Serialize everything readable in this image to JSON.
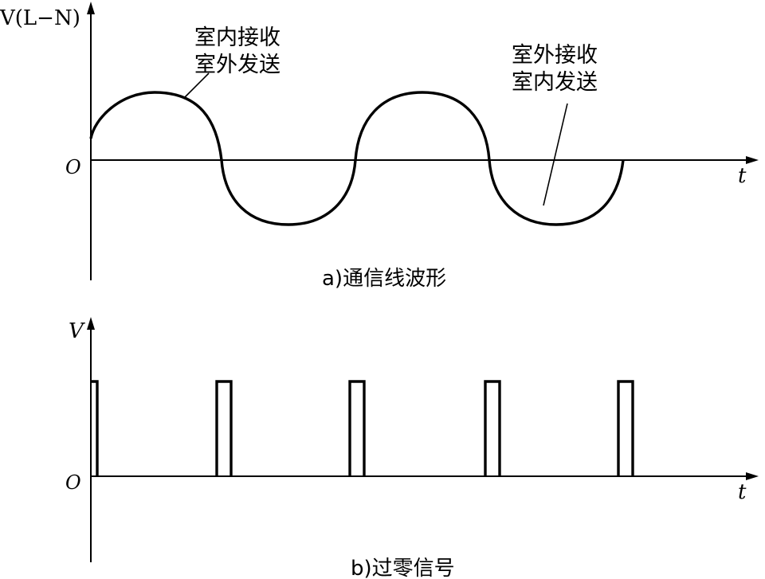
{
  "panel_a": {
    "y_axis_label": "V(L−N)",
    "origin_label": "O",
    "x_axis_label": "t",
    "annotation_left": {
      "line1": "室内接收",
      "line2": "室外发送"
    },
    "annotation_right": {
      "line1": "室外接收",
      "line2": "室内发送"
    },
    "caption": "a)通信线波形"
  },
  "panel_b": {
    "y_axis_label": "V",
    "origin_label": "O",
    "x_axis_label": "t",
    "caption": "b)过零信号"
  },
  "chart_data": [
    {
      "type": "line",
      "waveform": "sine",
      "half_cycles": 4,
      "start_phase": "mid-rising",
      "series": [
        {
          "segments": [
            "室内接收 室外发送",
            "室外接收 室内发送"
          ]
        }
      ]
    },
    {
      "type": "line",
      "waveform": "pulse",
      "pulse_count": 5,
      "pulses_at_zero_crossings": true
    }
  ]
}
